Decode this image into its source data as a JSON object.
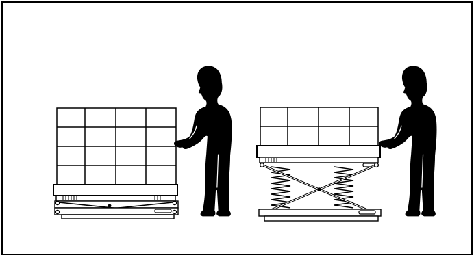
{
  "figure": {
    "panels": [
      {
        "lift_state": "lowered",
        "box_rows": 4,
        "box_cols": 4
      },
      {
        "lift_state": "raised",
        "box_rows": 2,
        "box_cols": 4
      }
    ],
    "colors": {
      "ink": "#000000",
      "paper": "#ffffff"
    },
    "icons": [
      "scissor-lift-icon",
      "spring-icon",
      "person-silhouette-icon",
      "box-stack-icon"
    ]
  }
}
